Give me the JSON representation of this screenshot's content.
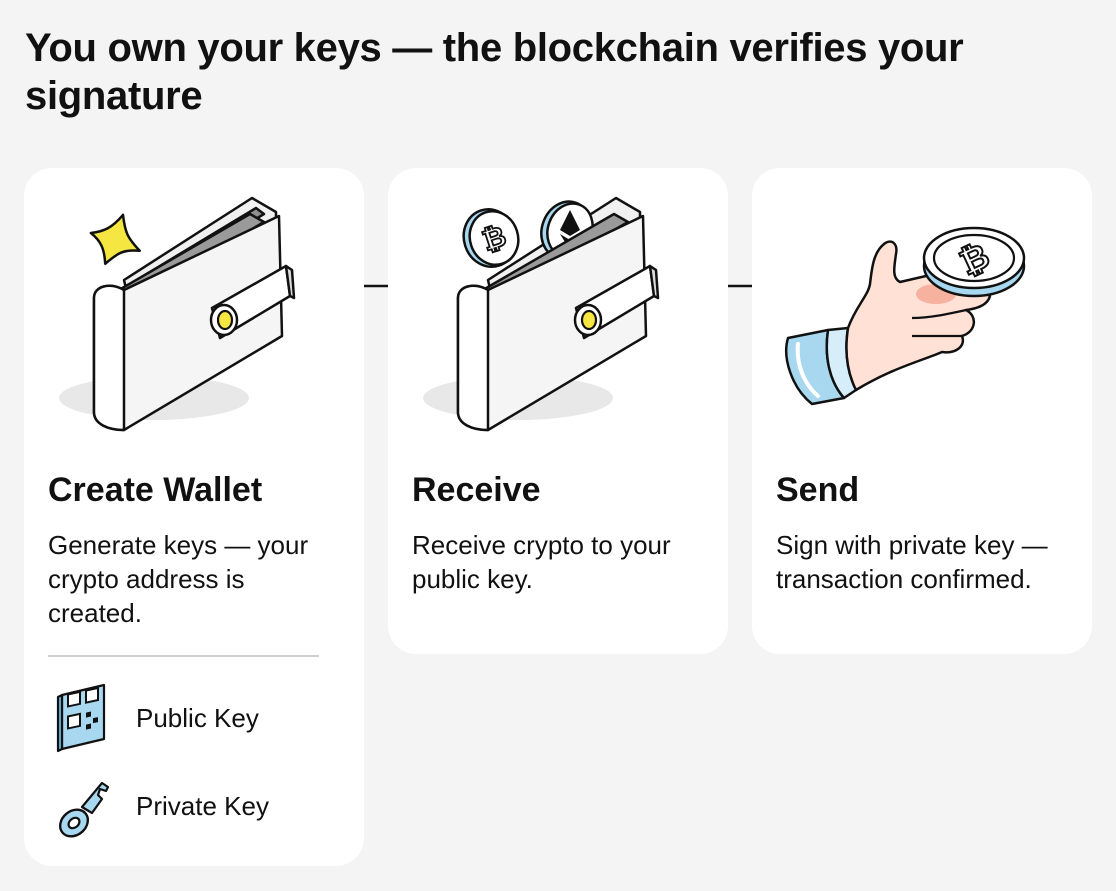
{
  "title": "You own your keys — the blockchain verifies your signature",
  "steps": [
    {
      "title": "Create Wallet",
      "description": "Generate keys — your crypto address is created."
    },
    {
      "title": "Receive",
      "description": "Receive crypto to your public key."
    },
    {
      "title": "Send",
      "description": "Sign with private key — transaction confirmed."
    }
  ],
  "legend": [
    {
      "label": "Public Key",
      "icon": "qr-code-icon"
    },
    {
      "label": "Private Key",
      "icon": "key-icon"
    }
  ],
  "colors": {
    "background": "#f4f4f4",
    "card": "#ffffff",
    "accent_yellow": "#f5e642",
    "accent_blue": "#a8d8f0",
    "skin": "#ffd9cf"
  }
}
